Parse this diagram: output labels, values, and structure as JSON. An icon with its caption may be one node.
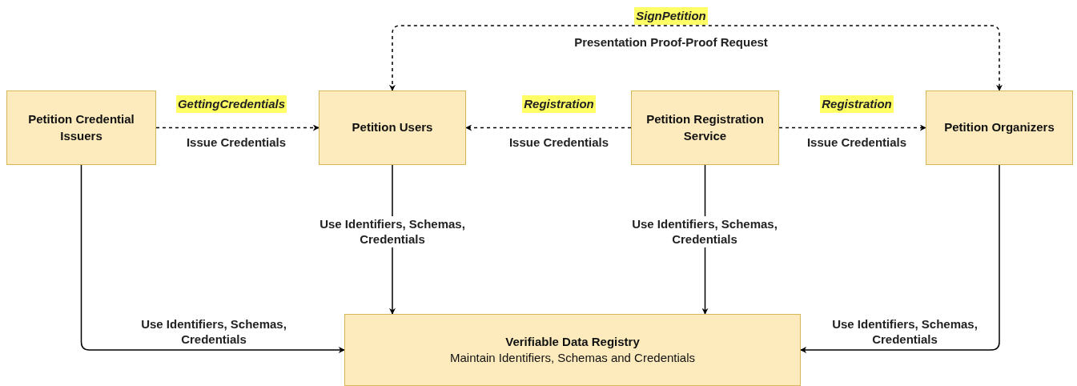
{
  "diagram": {
    "nodes": [
      {
        "text": [
          "Petition Credential Issuers"
        ]
      },
      {
        "text": [
          "Petition Users"
        ]
      },
      {
        "text": [
          "Petition Registration Service"
        ]
      },
      {
        "text": [
          "Petition Organizers"
        ]
      },
      {
        "text": [
          "Verifiable Data Registry",
          "Maintain Identifiers, Schemas and Credentials"
        ]
      }
    ],
    "edges": [
      {
        "from": 0,
        "to": 1,
        "arrow": "to",
        "style": "dashed",
        "label": "Issue Credentials"
      },
      {
        "from": 2,
        "to": 1,
        "arrow": "to",
        "style": "dashed",
        "label": "Issue Credentials"
      },
      {
        "from": 2,
        "to": 3,
        "arrow": "to",
        "style": "dashed",
        "label": "Issue Credentials"
      },
      {
        "from": 1,
        "to": 3,
        "arrow": "both",
        "style": "dashed",
        "label": "Presentation Proof-Proof Request"
      },
      {
        "from": 1,
        "to": 4,
        "arrow": "to",
        "label": "Use Identifiers, Schemas, Credentials"
      },
      {
        "from": 2,
        "to": 4,
        "arrow": "to",
        "label": "Use Identifiers, Schemas, Credentials"
      },
      {
        "from": 0,
        "to": 4,
        "arrow": "to",
        "label": "Use Identifiers, Schemas, Credentials"
      },
      {
        "from": 3,
        "to": 4,
        "arrow": "to",
        "label": "Use Identifiers, Schemas, Credentials"
      }
    ],
    "labels": [
      "SignPetition",
      "GettingCredentials",
      "Registration",
      "Registration"
    ]
  }
}
